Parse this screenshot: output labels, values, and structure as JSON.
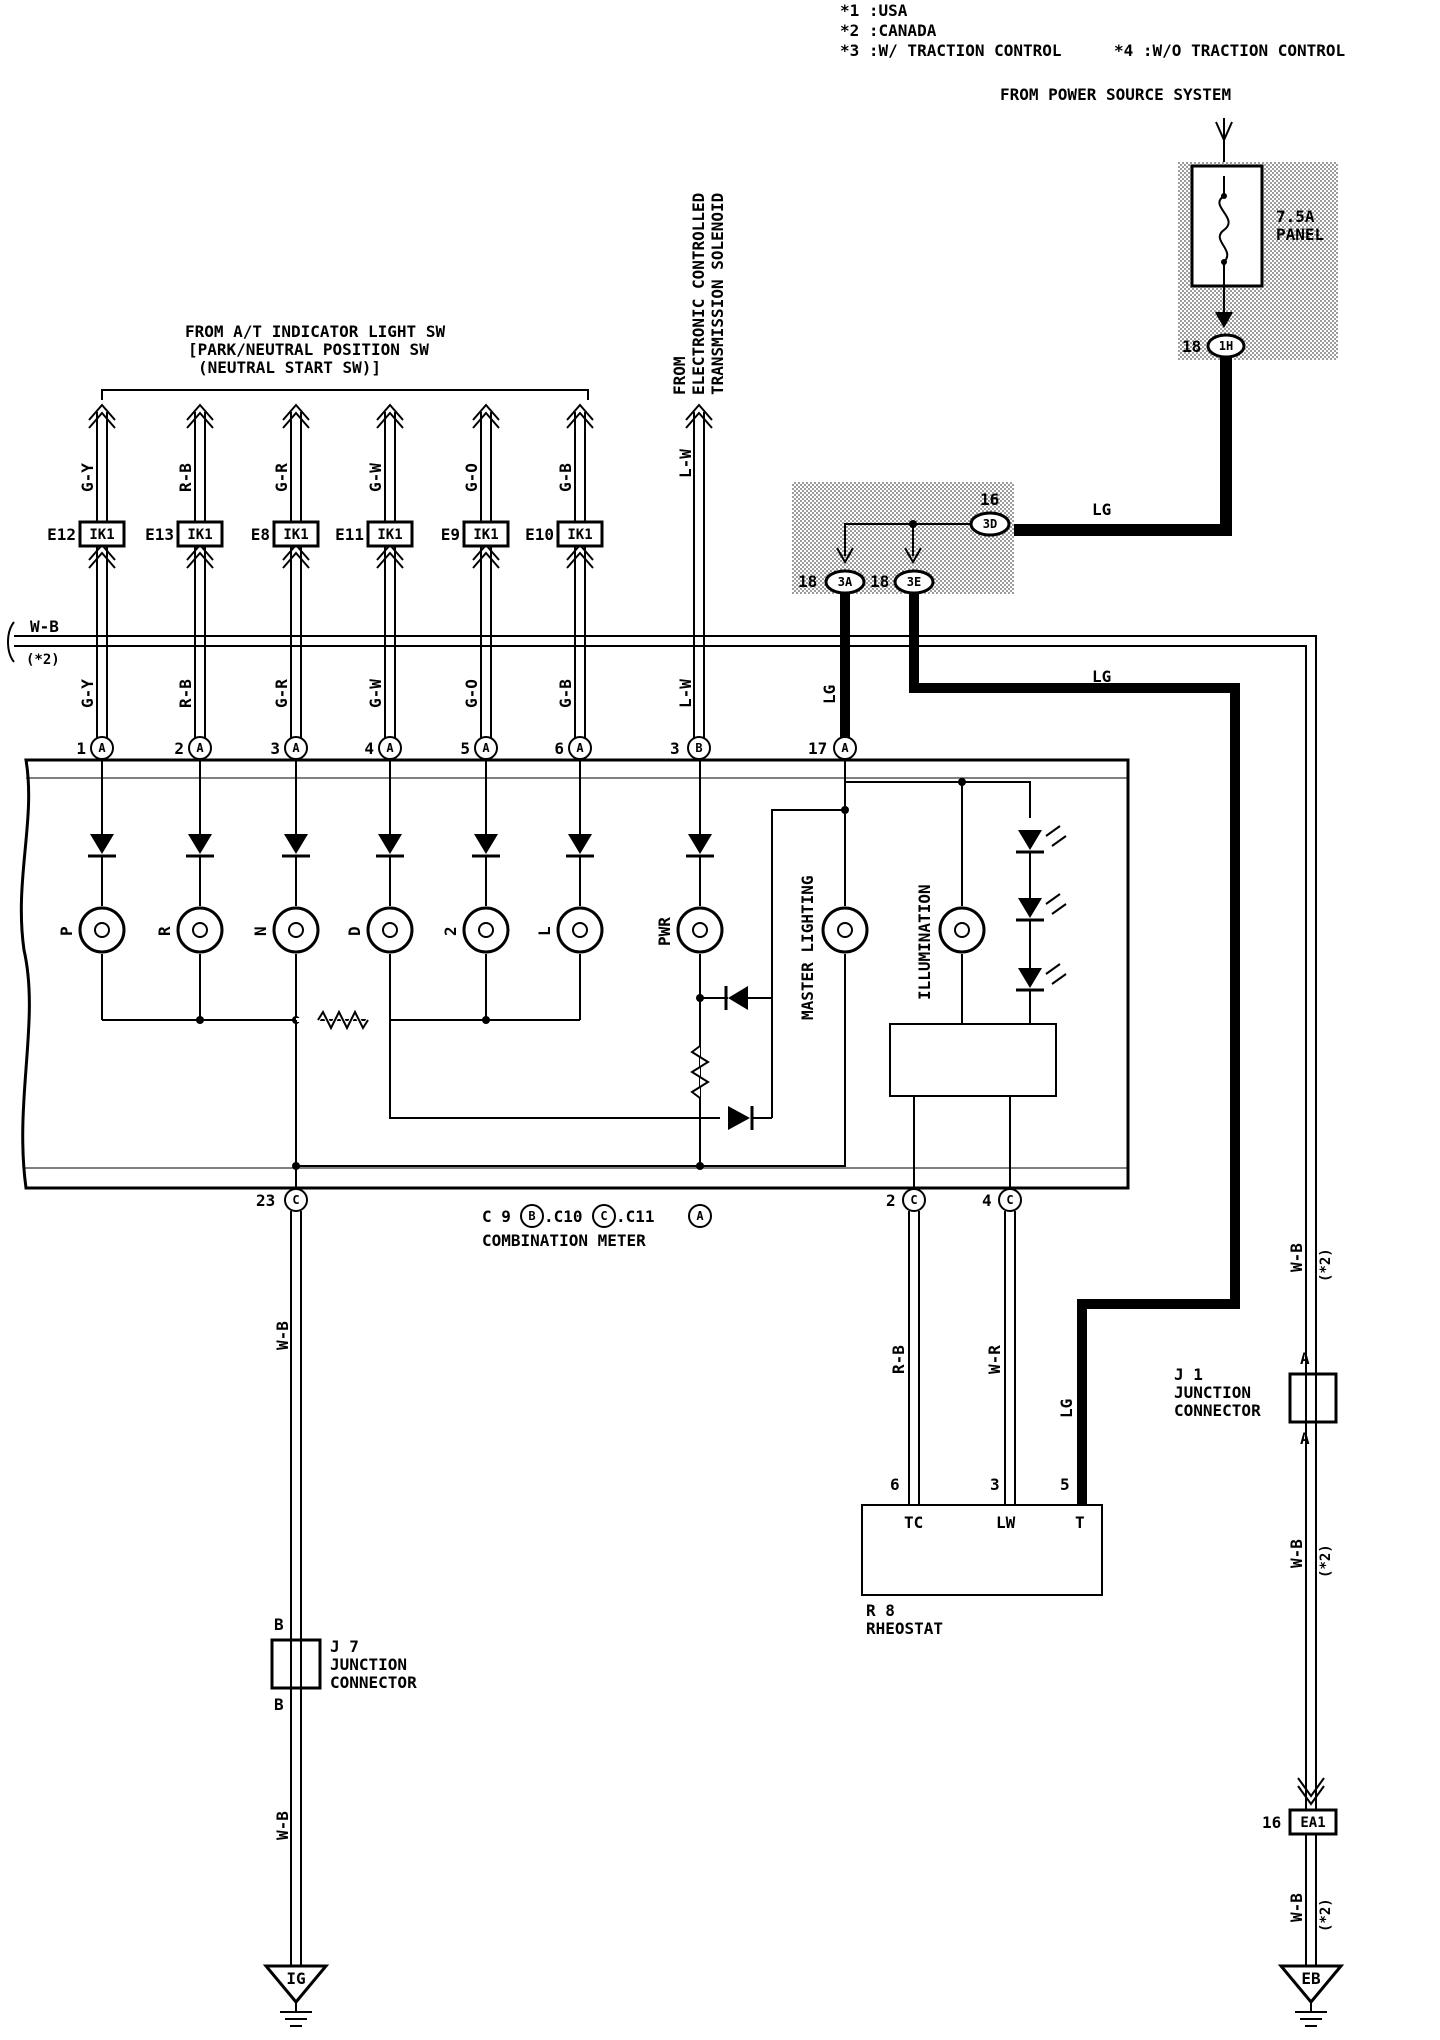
{
  "notes": {
    "n1": "*1 :USA",
    "n2": "*2 :CANADA",
    "n3": "*3 :W/ TRACTION CONTROL",
    "n4": "*4 :W/O TRACTION CONTROL"
  },
  "power": {
    "from": "FROM POWER SOURCE SYSTEM",
    "fuse": "7.5A",
    "fuse_name": "PANEL",
    "conn_pin": "18",
    "conn": "1H"
  },
  "indicator_group": {
    "line1": "FROM A/T INDICATOR LIGHT SW",
    "line2": "[PARK/NEUTRAL POSITION SW",
    "line3": "(NEUTRAL START SW)]"
  },
  "solenoid": {
    "line1": "FROM",
    "line2": "ELECTRONIC CONTROLLED",
    "line3": "TRANSMISSION SOLENOID",
    "wire": "L-W",
    "pin": "3",
    "conn": "B"
  },
  "ik_label": "IK1",
  "channels": [
    {
      "e": "E12",
      "wire": "G-Y",
      "pin": "1",
      "conn": "A",
      "lamp": "P"
    },
    {
      "e": "E13",
      "wire": "R-B",
      "pin": "2",
      "conn": "A",
      "lamp": "R"
    },
    {
      "e": "E8",
      "wire": "G-R",
      "pin": "3",
      "conn": "A",
      "lamp": "N"
    },
    {
      "e": "E11",
      "wire": "G-W",
      "pin": "4",
      "conn": "A",
      "lamp": "D"
    },
    {
      "e": "E9",
      "wire": "G-O",
      "pin": "5",
      "conn": "A",
      "lamp": "2"
    },
    {
      "e": "E10",
      "wire": "G-B",
      "pin": "6",
      "conn": "A",
      "lamp": "L"
    }
  ],
  "pwr_label": "PWR",
  "master_label": "MASTER LIGHTING",
  "illum_label": "ILLUMINATION",
  "junction_block": {
    "p16": "16",
    "c3d": "3D",
    "p18a": "18",
    "c3a": "3A",
    "p18e": "18",
    "c3e": "3E"
  },
  "lg": "LG",
  "pin17": "17",
  "pin17_conn": "A",
  "wb_left": "W-B",
  "wb_left_note": "(*2)",
  "meter": {
    "ground_pin": "23",
    "ground_conn": "C",
    "pin2": "2",
    "pin2_conn": "C",
    "pin4": "4",
    "pin4_conn": "C",
    "name_prefix": "C 9",
    "c9": "B",
    "sep1": ".C10",
    "c10": "C",
    "sep2": ".C11",
    "c11": "A",
    "name": "COMBINATION METER"
  },
  "wire_wb": "W-B",
  "wire_rb": "R-B",
  "wire_wr": "W-R",
  "note2": "(*2)",
  "rheostat": {
    "p6": "6",
    "p3": "3",
    "p5": "5",
    "tc": "TC",
    "lw": "LW",
    "t": "T",
    "id": "R 8",
    "name": "RHEOSTAT"
  },
  "j7": {
    "top": "B",
    "bottom": "B",
    "id": "J 7",
    "l1": "JUNCTION",
    "l2": "CONNECTOR"
  },
  "j1": {
    "top": "A",
    "bottom": "A",
    "id": "J 1",
    "l1": "JUNCTION",
    "l2": "CONNECTOR"
  },
  "ea1": {
    "pin": "16",
    "label": "EA1"
  },
  "grounds": {
    "ig": "IG",
    "eb": "EB"
  }
}
